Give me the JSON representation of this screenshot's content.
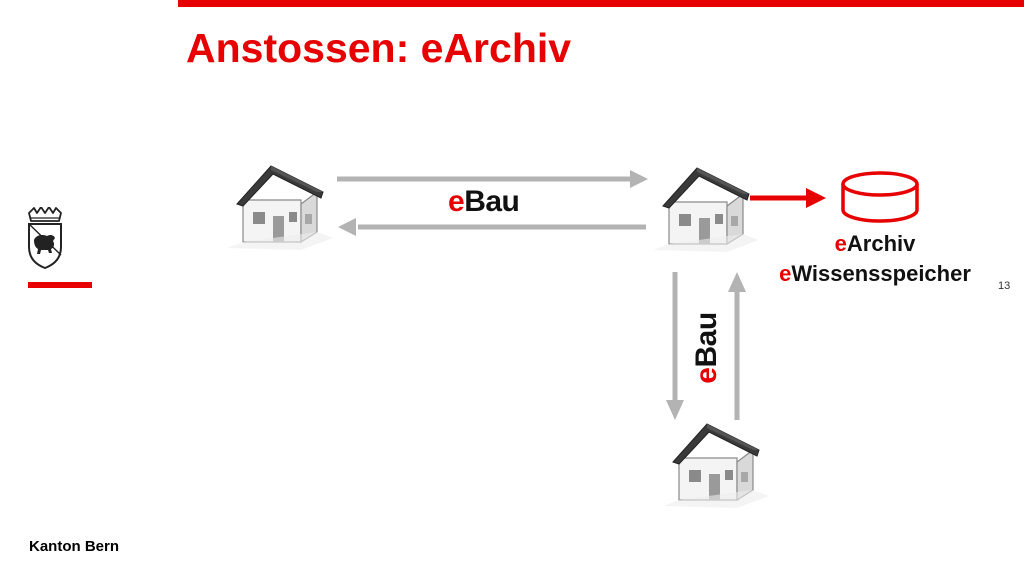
{
  "slide": {
    "title": "Anstossen: eArchiv",
    "page_number": "13",
    "footer": "Kanton Bern"
  },
  "diagram": {
    "horizontal_label": {
      "prefix": "e",
      "rest": "Bau"
    },
    "vertical_label": {
      "prefix": "e",
      "rest": "Bau"
    },
    "archive_label": {
      "prefix": "e",
      "rest": "Archiv"
    },
    "knowledge_label": {
      "prefix": "e",
      "rest": "Wissensspeicher"
    }
  },
  "colors": {
    "accent": "#e60000",
    "arrow": "#b3b3b3",
    "text": "#111111"
  },
  "icons": [
    "house-icon",
    "database-icon",
    "bern-coat-of-arms-icon"
  ]
}
